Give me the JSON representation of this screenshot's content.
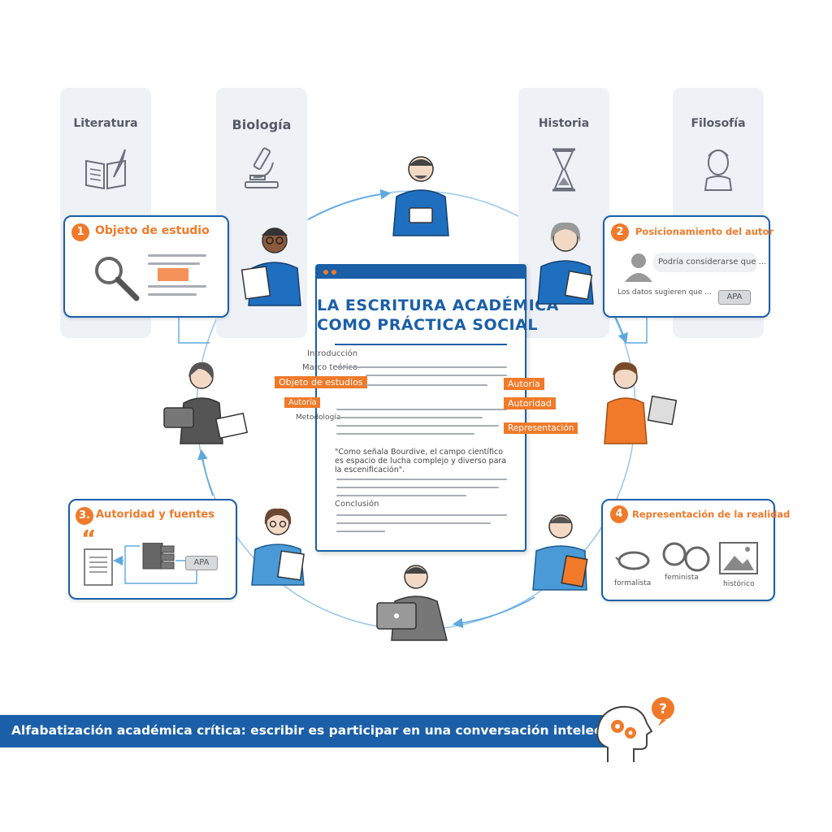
{
  "columns": [
    {
      "label": "Literatura",
      "icon": "book-quill-icon"
    },
    {
      "label": "Biología",
      "icon": "microscope-icon"
    },
    {
      "label": "Historia",
      "icon": "hourglass-icon"
    },
    {
      "label": "Filosofía",
      "icon": "bust-icon"
    }
  ],
  "cards": {
    "objeto": {
      "number": "1",
      "title": "Objeto de estudio"
    },
    "posicionamiento": {
      "number": "2",
      "title": "Posicionamiento del autor",
      "bubble": "Podría considerarse que ...",
      "phrase": "Los datos sugieren que ...",
      "apa": "APA"
    },
    "autoridad": {
      "number": "3.",
      "title": "Autoridad y fuentes",
      "apa": "APA"
    },
    "representacion": {
      "number": "4",
      "title": "Representación de la realidad",
      "lenses": [
        "formalista",
        "feminista",
        "histórico"
      ]
    }
  },
  "document": {
    "title_line1": "LA ESCRITURA ACADÉMICA",
    "title_line2": "COMO PRÁCTICA SOCIAL",
    "sections": [
      "Introducción",
      "Marco teórico",
      "Metodología",
      "Conclusión"
    ],
    "tags_left": [
      "Objeto de estudios",
      "Autoría"
    ],
    "tags_right": [
      "Autoría",
      "Autoridad",
      "Representación"
    ],
    "quote": "\"Como señala Bourdive, el campo científico es espacio de lucha complejo y diverso para la escenificación\"."
  },
  "footer": {
    "text": "Alfabatización académica crítica: escribir es participar en una conversación intelectual"
  },
  "colors": {
    "blue": "#1a5fa8",
    "orange": "#f07a2a",
    "gray": "#eef1f6"
  }
}
